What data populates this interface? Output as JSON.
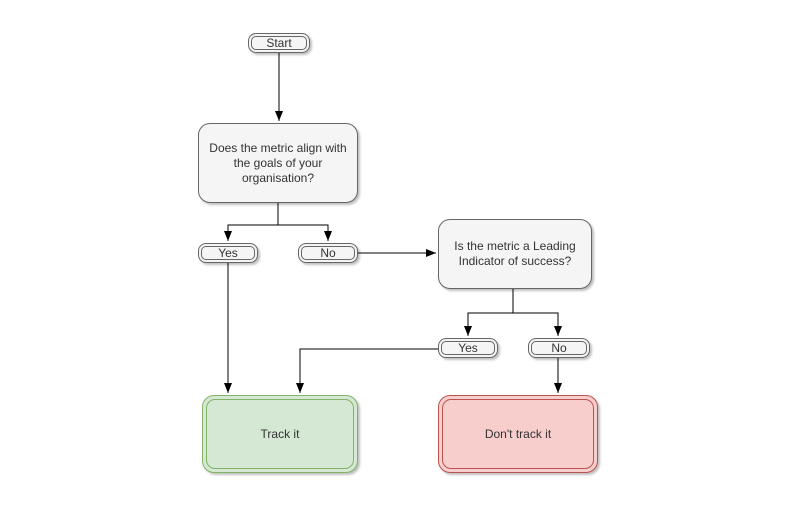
{
  "diagram": {
    "type": "flowchart",
    "background": "#ffffff",
    "nodes": {
      "start": {
        "label": "Start",
        "shape": "terminator",
        "fill": "#f5f5f5",
        "stroke": "#666666"
      },
      "decision1": {
        "label": "Does the metric align with the goals of your organisation?",
        "shape": "rounded-rectangle",
        "fill": "#f5f5f5",
        "stroke": "#666666"
      },
      "yes1": {
        "label": "Yes",
        "shape": "terminator",
        "fill": "#f5f5f5",
        "stroke": "#666666"
      },
      "no1": {
        "label": "No",
        "shape": "terminator",
        "fill": "#f5f5f5",
        "stroke": "#666666"
      },
      "decision2": {
        "label": "Is the metric a Leading Indicator of success?",
        "shape": "rounded-rectangle",
        "fill": "#f5f5f5",
        "stroke": "#666666"
      },
      "yes2": {
        "label": "Yes",
        "shape": "terminator",
        "fill": "#f5f5f5",
        "stroke": "#666666"
      },
      "no2": {
        "label": "No",
        "shape": "terminator",
        "fill": "#f5f5f5",
        "stroke": "#666666"
      },
      "track": {
        "label": "Track it",
        "shape": "terminator",
        "fill": "#d5e8d4",
        "stroke": "#82b366"
      },
      "dont_track": {
        "label": "Don't track it",
        "shape": "terminator",
        "fill": "#f8cecc",
        "stroke": "#b85450"
      }
    },
    "edges": [
      {
        "from": "start",
        "to": "decision1"
      },
      {
        "from": "decision1",
        "to": "yes1"
      },
      {
        "from": "decision1",
        "to": "no1"
      },
      {
        "from": "no1",
        "to": "decision2"
      },
      {
        "from": "decision2",
        "to": "yes2"
      },
      {
        "from": "decision2",
        "to": "no2"
      },
      {
        "from": "yes1",
        "to": "track"
      },
      {
        "from": "yes2",
        "to": "track"
      },
      {
        "from": "no2",
        "to": "dont_track"
      }
    ],
    "colors": {
      "line": "#000000",
      "text": "#333333",
      "default_fill": "#f5f5f5",
      "default_stroke": "#666666",
      "positive_fill": "#d5e8d4",
      "positive_stroke": "#82b366",
      "negative_fill": "#f8cecc",
      "negative_stroke": "#b85450"
    }
  }
}
